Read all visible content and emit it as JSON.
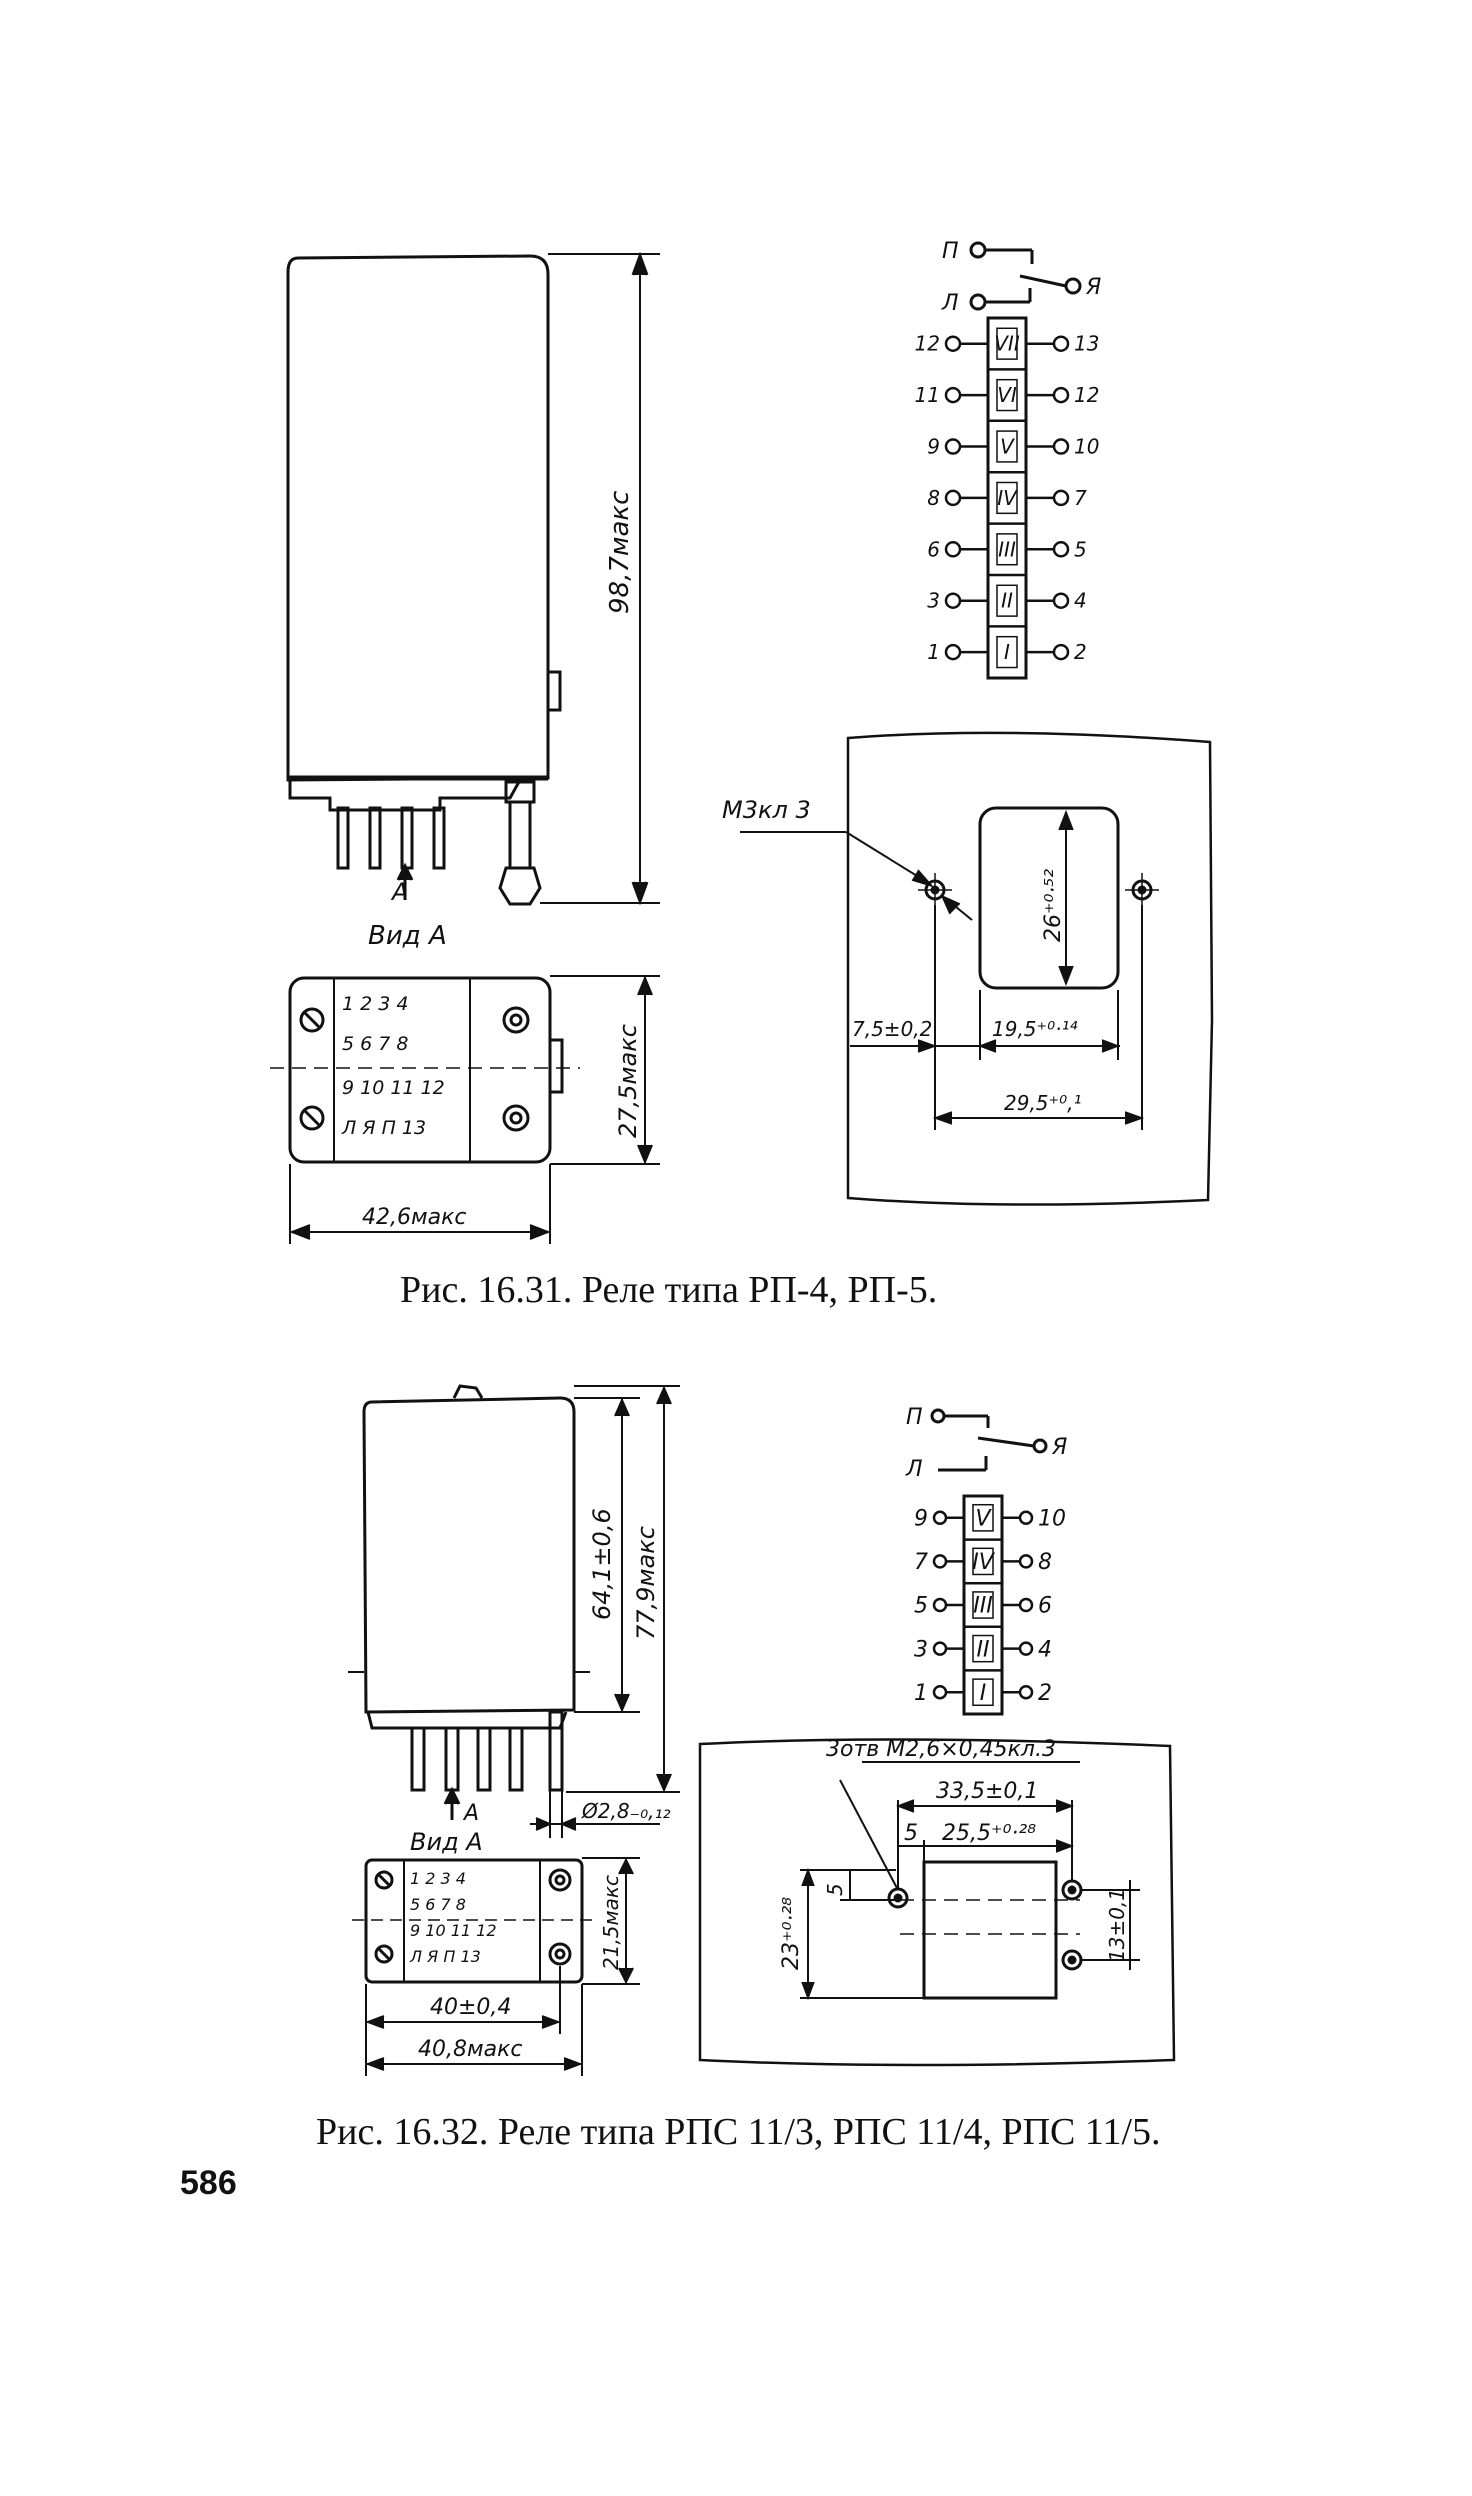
{
  "figure1": {
    "caption": "Рис. 16.31. Реле типа РП-4, РП-5.",
    "dim_height": "98,7макс",
    "view_label_arrow": "А",
    "view_label": "Вид А",
    "dim_side": "27,5макс",
    "dim_width": "42,6макс",
    "terminal_rows": [
      "1 2 3 4",
      "5 6 7 8",
      "9 10 11 12",
      "Л Я П 13"
    ],
    "schematic": {
      "switch_labels": [
        "П",
        "Л",
        "Я"
      ],
      "coils": [
        {
          "left": "12",
          "roman": "VII",
          "right": "13"
        },
        {
          "left": "11",
          "roman": "VI",
          "right": "12"
        },
        {
          "left": "9",
          "roman": "V",
          "right": "10"
        },
        {
          "left": "8",
          "roman": "IV",
          "right": "7"
        },
        {
          "left": "6",
          "roman": "III",
          "right": "5"
        },
        {
          "left": "3",
          "roman": "II",
          "right": "4"
        },
        {
          "left": "1",
          "roman": "I",
          "right": "2"
        }
      ]
    },
    "mount": {
      "screw": "М3кл 3",
      "dim_window_h": "26⁺⁰·⁵²",
      "dim_offset": "7,5±0,2",
      "dim_window_w": "19,5⁺⁰·¹⁴",
      "dim_spacing": "29,5⁺⁰,¹"
    }
  },
  "figure2": {
    "caption": "Рис. 16.32. Реле типа РПС 11/3, РПС 11/4, РПС 11/5.",
    "dim_body": "64,1±0,6",
    "dim_total": "77,9макс",
    "view_label_arrow": "А",
    "view_label": "Вид А",
    "dim_pin": "Ø2,8₋₀,₁₂",
    "dim_side": "21,5макс",
    "dim_width_1": "40±0,4",
    "dim_width_2": "40,8макс",
    "terminal_rows": [
      "1 2 3 4",
      "5 6 7 8",
      "9 10 11 12",
      "Л Я П 13"
    ],
    "schematic": {
      "switch_labels": [
        "П",
        "Л",
        "Я"
      ],
      "coils": [
        {
          "left": "9",
          "roman": "V",
          "right": "10"
        },
        {
          "left": "7",
          "roman": "IV",
          "right": "8"
        },
        {
          "left": "5",
          "roman": "III",
          "right": "6"
        },
        {
          "left": "3",
          "roman": "II",
          "right": "4"
        },
        {
          "left": "1",
          "roman": "I",
          "right": "2"
        }
      ]
    },
    "mount": {
      "holes": "3отв М2,6×0,45кл.3",
      "dim_outer": "33,5±0,1",
      "dim_offset": "5",
      "dim_inner": "25,5⁺⁰·²⁸",
      "dim_v_small": "5",
      "dim_height": "23⁺⁰·²⁸",
      "dim_pitch": "13±0,1"
    }
  },
  "page_number": "586"
}
